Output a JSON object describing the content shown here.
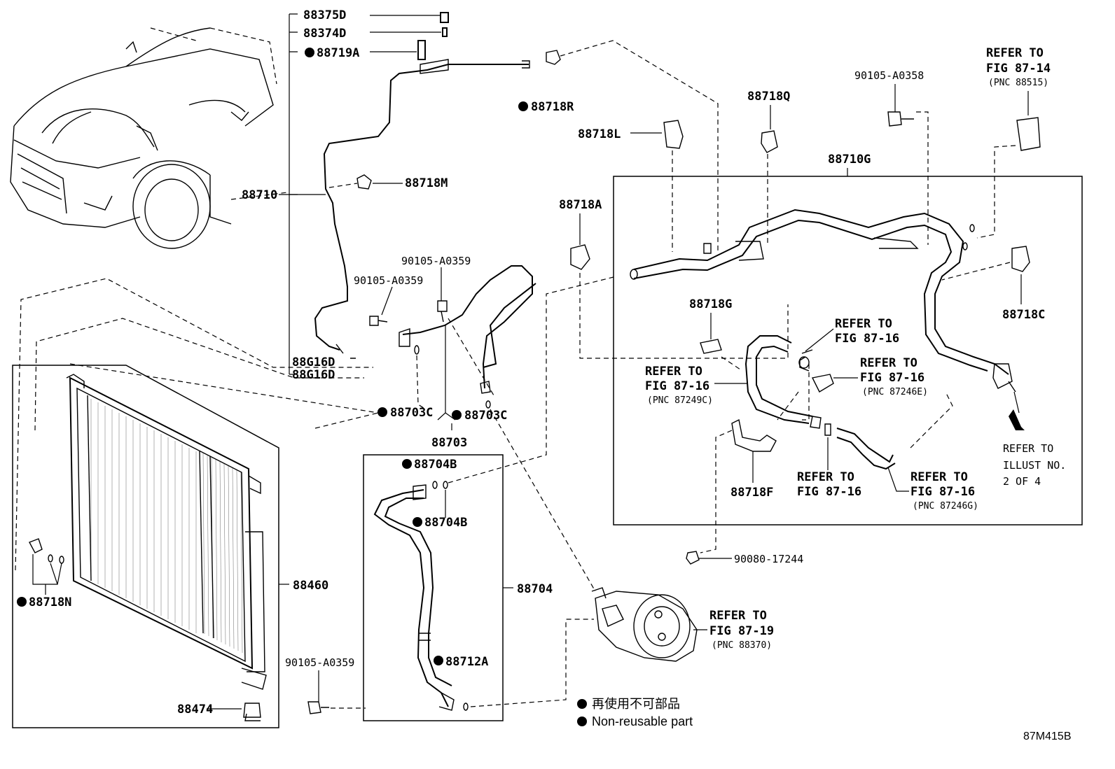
{
  "labels": {
    "p88375D": "88375D",
    "p88374D": "88374D",
    "p88719A": "88719A",
    "p88718R": "88718R",
    "p88710": "88710",
    "p88718M": "88718M",
    "p88G16D_a": "88G16D",
    "p88G16D_b": "88G16D",
    "p90105A0359_a": "90105-A0359",
    "p90105A0359_b": "90105-A0359",
    "p90105A0359_c": "90105-A0359",
    "p88703C_a": "88703C",
    "p88703C_b": "88703C",
    "p88703": "88703",
    "p88704B_a": "88704B",
    "p88704B_b": "88704B",
    "p88704": "88704",
    "p88712A": "88712A",
    "p88460": "88460",
    "p88718N": "88718N",
    "p88474": "88474",
    "p88718A": "88718A",
    "p88718L": "88718L",
    "p88718Q": "88718Q",
    "p90105A0358": "90105-A0358",
    "p88710G": "88710G",
    "p88718C": "88718C",
    "p88718G": "88718G",
    "p88718F": "88718F",
    "p90080": "90080-17244"
  },
  "refs": {
    "r8714_a": "REFER TO",
    "r8714_b": "FIG 87-14",
    "r8714_c": "(PNC 88515)",
    "r8716a_a": "REFER TO",
    "r8716a_b": "FIG 87-16",
    "r8716b_a": "REFER TO",
    "r8716b_b": "FIG 87-16",
    "r8716b_c": "(PNC 87246E)",
    "r8716c_a": "REFER TO",
    "r8716c_b": "FIG 87-16",
    "r8716c_c": "(PNC 87249C)",
    "r8716d_a": "REFER TO",
    "r8716d_b": "FIG 87-16",
    "r8716e_a": "REFER TO",
    "r8716e_b": "FIG 87-16",
    "r8716e_c": "(PNC 87246G)",
    "r8719_a": "REFER TO",
    "r8719_b": "FIG 87-19",
    "r8719_c": "(PNC 88370)",
    "illust_a": "REFER TO",
    "illust_b": "ILLUST NO.",
    "illust_c": "2 OF 4"
  },
  "legend": {
    "jp": "再使用不可部品",
    "en": "Non-reusable part"
  },
  "figure_id": "87M415B"
}
